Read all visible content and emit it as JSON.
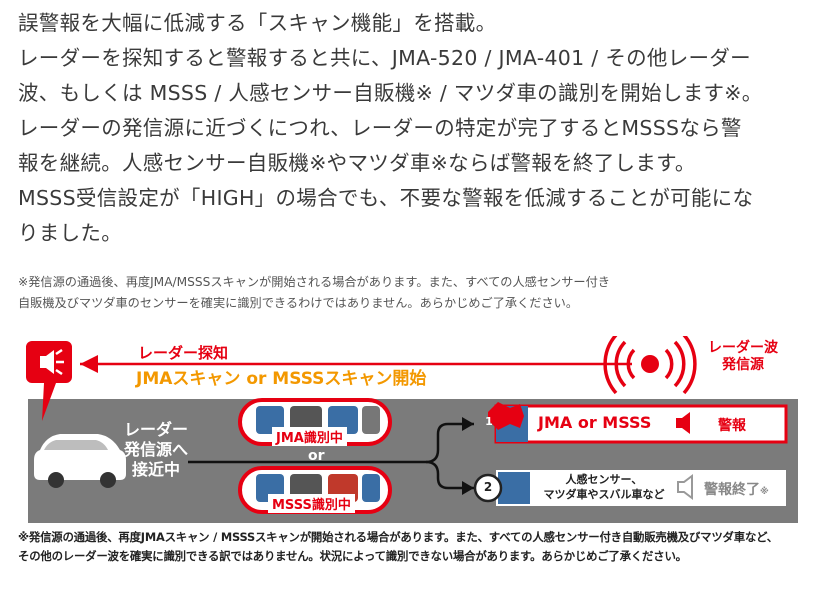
{
  "lead": {
    "lines": [
      "誤警報を大幅に低減する「スキャン機能」を搭載。",
      "レーダーを探知すると警報すると共に、JMA-520 / JMA-401 / その他レーダー",
      "波、もしくは MSSS / 人感センサー自販機※ / マツダ車の識別を開始します※。",
      "レーダーの発信源に近づくにつれ、レーダーの特定が完了するとMSSSなら警",
      "報を継続。人感センサー自販機※やマツダ車※ならば警報を終了します。",
      "MSSS受信設定が「HIGH」の場合でも、不要な警報を低減することが可能にな",
      "りました。"
    ]
  },
  "note_top": {
    "lines": [
      "※発信源の通過後、再度JMA/MSSSスキャンが開始される場合があります。また、すべての人感センサー付き",
      "自販機及びマツダ車のセンサーを確実に識別できるわけではありません。あらかじめご了承ください。"
    ]
  },
  "diagram": {
    "radar_detect": "レーダー探知",
    "scan_start": "JMAスキャン or MSSSスキャン開始",
    "source_label": [
      "レーダー波",
      "発信源"
    ],
    "car_label": [
      "レーダー",
      "発信源へ",
      "接近中"
    ],
    "jma_identifying": "JMA識別中",
    "or": "or",
    "msss_identifying": "MSSS識別中",
    "result1_num": "1",
    "result1_text": "JMA or MSSS",
    "result1_alarm": "警報",
    "result2_num": "2",
    "result2_text": [
      "人感センサー、",
      "マツダ車やスバル車など"
    ],
    "result2_alarm_end": "警報終了",
    "result2_mark": "※",
    "colors": {
      "red": "#e60012",
      "gray": "#7b7b7b",
      "orange": "#f39800"
    }
  },
  "note_bottom": {
    "lines": [
      "※発信源の通過後、再度JMAスキャン / MSSSスキャンが開始される場合があります。また、すべての人感センサー付き自動販売機及びマツダ車など、",
      "その他のレーダー波を確実に識別できる訳ではありません。状況によって識別できない場合があります。あらかじめご了承ください。"
    ]
  }
}
